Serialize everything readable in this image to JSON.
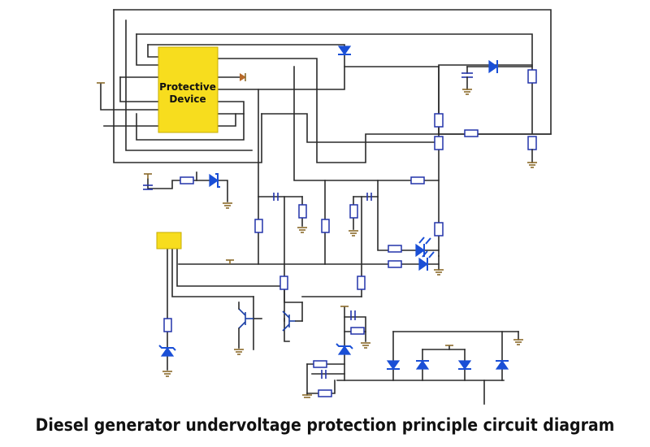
{
  "diagram": {
    "ic_label_line1": "Protective",
    "ic_label_line2": "Device",
    "caption": "Diesel generator undervoltage protection principle circuit diagram"
  },
  "colors": {
    "wire": "#2a2a2a",
    "component_blue": "#1a4fd6",
    "chip_yellow": "#f7dd1e",
    "ground_brown": "#8a6a2a"
  }
}
